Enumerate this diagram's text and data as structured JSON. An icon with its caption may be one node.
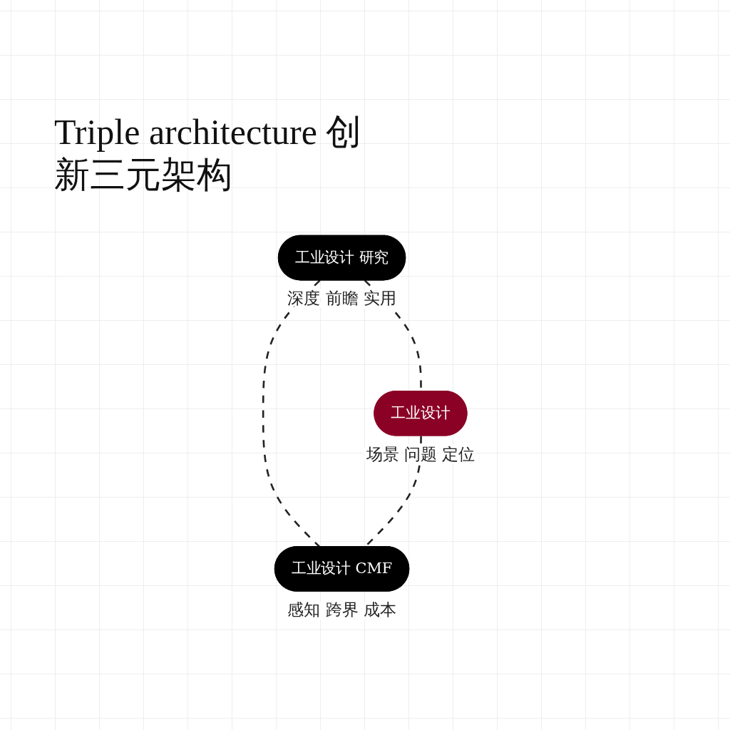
{
  "diagram": {
    "title": "Triple architecture 创新三元架构",
    "nodes": [
      {
        "text": [
          "工业设计 研究"
        ],
        "beside": [
          "深度 前瞻 实用"
        ]
      },
      {
        "text": [
          "工业设计"
        ],
        "beside": [
          "场景 问题 定位"
        ]
      },
      {
        "text": [
          "工业设计 CMF"
        ],
        "beside": [
          "感知 跨界 成本"
        ]
      }
    ],
    "edges": [
      {
        "from": 0,
        "to": 1,
        "arrow": "none",
        "style": "dashed"
      },
      {
        "from": 0,
        "to": 2,
        "arrow": "none",
        "style": "dashed"
      },
      {
        "from": 1,
        "to": 2,
        "arrow": "none",
        "style": "dashed"
      }
    ]
  }
}
